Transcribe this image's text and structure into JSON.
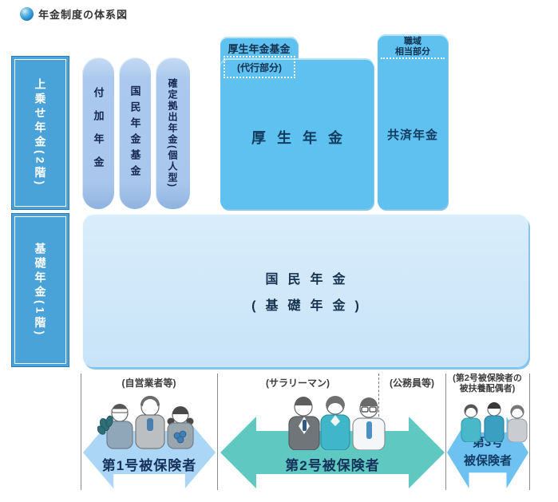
{
  "title": "年金制度の体系図",
  "left_axis": {
    "tier2": "上乗せ年金(2階)",
    "tier1": "基礎年金(1階)"
  },
  "columns": {
    "fuka": "付加年金",
    "kikin": "国民年金基金",
    "kakutei": "確定拠出年金(個人型)"
  },
  "kosei": {
    "fund": "厚生年金基金",
    "daiko": "(代行部分)",
    "main": "厚生年金"
  },
  "kyosai": {
    "shokuiki_line1": "職域",
    "shokuiki_line2": "相当部分",
    "main": "共済年金"
  },
  "kokumin": {
    "line1": "国民年金",
    "line2": "(基礎年金)"
  },
  "bottom": {
    "cat1_label": "(自営業者等)",
    "cat2_label": "(サラリーマン)",
    "cat3_label": "(公務員等)",
    "cat4_label_line1": "(第2号被保険者の",
    "cat4_label_line2": "被扶養配偶者)",
    "arrow1": "第1号被保険者",
    "arrow2": "第2号被保険者",
    "arrow3_line1": "第3号",
    "arrow3_line2": "被保険者"
  },
  "colors": {
    "sidebar_blue": "#49a2d8",
    "capsule_blue": "#a9c7ec",
    "bright_blue": "#5fc1f0",
    "pale_blue": "#cde5f8",
    "teal_arrow": "#5ec8c1",
    "light_blue_arrow": "#abd6f6",
    "blue_arrow": "#6ec2f2",
    "text_navy": "#16325a"
  }
}
